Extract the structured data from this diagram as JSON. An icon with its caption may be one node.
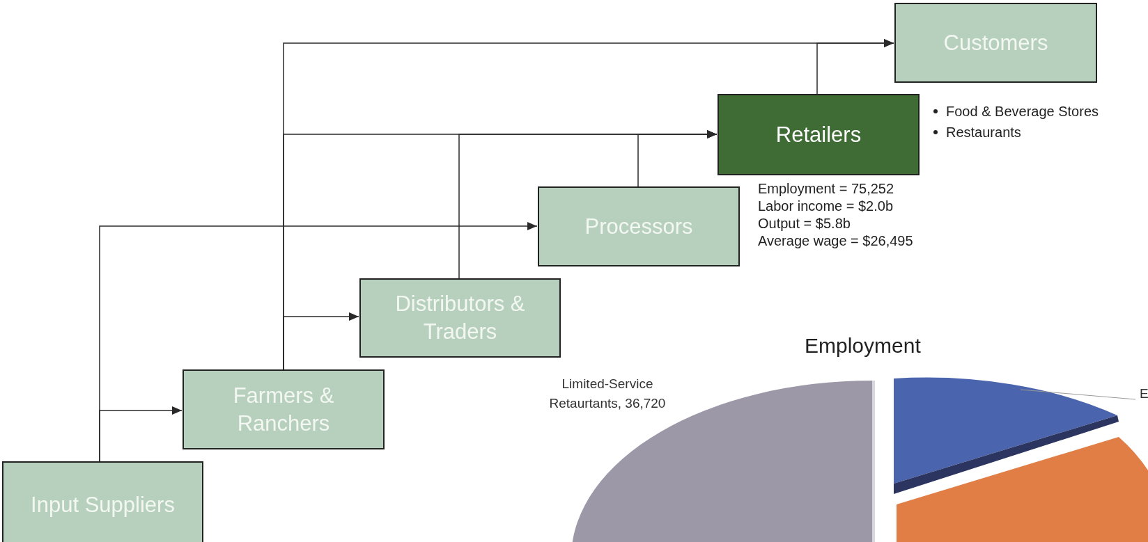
{
  "diagram": {
    "nodes": [
      {
        "text": [
          "Customers"
        ]
      },
      {
        "text": [
          "Retailers"
        ],
        "beside": [
          "Food & Beverage Stores",
          "Restaurants"
        ]
      },
      {
        "text": [
          "Processors"
        ]
      },
      {
        "text": [
          "Distributors & Traders"
        ]
      },
      {
        "text": [
          "Farmers & Ranchers"
        ]
      },
      {
        "text": [
          "Input Suppliers"
        ]
      }
    ],
    "edges": [
      {
        "from": 5,
        "to": 4,
        "arrow": "to"
      },
      {
        "from": 5,
        "to": 2,
        "arrow": "to"
      },
      {
        "from": 4,
        "to": 3,
        "arrow": "to"
      },
      {
        "from": 4,
        "to": 1,
        "arrow": "to"
      },
      {
        "from": 4,
        "to": 0,
        "arrow": "to"
      },
      {
        "from": 3,
        "to": 1,
        "arrow": "to"
      },
      {
        "from": 2,
        "to": 1,
        "arrow": "to"
      },
      {
        "from": 1,
        "to": 0,
        "arrow": "to"
      }
    ],
    "labels": [
      "Employment = 75,252",
      "Labor income = $2.0b",
      "Output = $5.8b",
      "Average wage = $26,495",
      "Employment",
      "Limited-Service Retaurtants, 36,720",
      "E"
    ]
  }
}
